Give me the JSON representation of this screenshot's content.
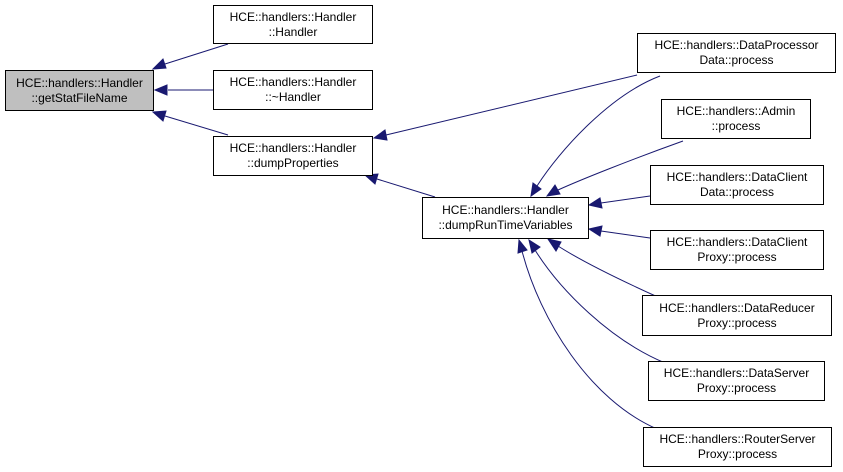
{
  "colors": {
    "edge": "#191970",
    "focus_fill": "#bfbfbf",
    "node_fill": "#ffffff",
    "border": "#000000"
  },
  "nodes": {
    "getStatFileName": {
      "line1": "HCE::handlers::Handler",
      "line2": "::getStatFileName"
    },
    "handler_ctor": {
      "line1": "HCE::handlers::Handler",
      "line2": "::Handler"
    },
    "handler_dtor": {
      "line1": "HCE::handlers::Handler",
      "line2": "::~Handler"
    },
    "dumpProperties": {
      "line1": "HCE::handlers::Handler",
      "line2": "::dumpProperties"
    },
    "dumpRunTimeVariables": {
      "line1": "HCE::handlers::Handler",
      "line2": "::dumpRunTimeVariables"
    },
    "dataProcessorData": {
      "line1": "HCE::handlers::DataProcessor",
      "line2": "Data::process"
    },
    "admin": {
      "line1": "HCE::handlers::Admin",
      "line2": "::process"
    },
    "dataClientData": {
      "line1": "HCE::handlers::DataClient",
      "line2": "Data::process"
    },
    "dataClientProxy": {
      "line1": "HCE::handlers::DataClient",
      "line2": "Proxy::process"
    },
    "dataReducerProxy": {
      "line1": "HCE::handlers::DataReducer",
      "line2": "Proxy::process"
    },
    "dataServerProxy": {
      "line1": "HCE::handlers::DataServer",
      "line2": "Proxy::process"
    },
    "routerServerProxy": {
      "line1": "HCE::handlers::RouterServer",
      "line2": "Proxy::process"
    }
  },
  "edges": [
    {
      "from": "handler_ctor",
      "to": "getStatFileName"
    },
    {
      "from": "handler_dtor",
      "to": "getStatFileName"
    },
    {
      "from": "dumpProperties",
      "to": "getStatFileName"
    },
    {
      "from": "dataProcessorData",
      "to": "dumpProperties"
    },
    {
      "from": "dumpRunTimeVariables",
      "to": "dumpProperties"
    },
    {
      "from": "dataProcessorData",
      "to": "dumpRunTimeVariables"
    },
    {
      "from": "admin",
      "to": "dumpRunTimeVariables"
    },
    {
      "from": "dataClientData",
      "to": "dumpRunTimeVariables"
    },
    {
      "from": "dataClientProxy",
      "to": "dumpRunTimeVariables"
    },
    {
      "from": "dataReducerProxy",
      "to": "dumpRunTimeVariables"
    },
    {
      "from": "dataServerProxy",
      "to": "dumpRunTimeVariables"
    },
    {
      "from": "routerServerProxy",
      "to": "dumpRunTimeVariables"
    }
  ]
}
